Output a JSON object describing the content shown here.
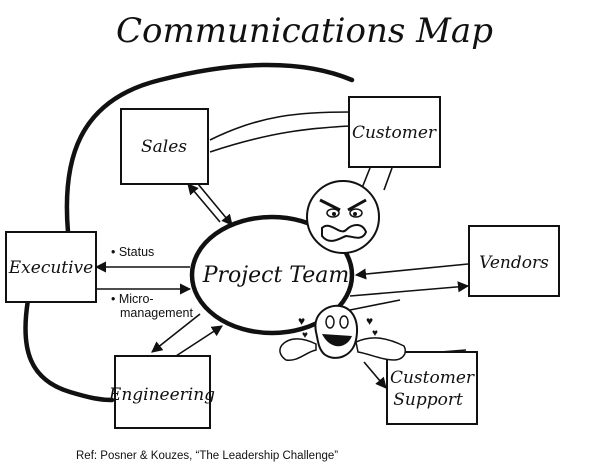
{
  "title": "Communications Map",
  "nodes": {
    "sales": "Sales",
    "customer": "Customer",
    "executive": "Executive",
    "vendors": "Vendors",
    "engineering": "Engineering",
    "customer_support_line1": "Customer",
    "customer_support_line2": "Support",
    "project_team": "Project Team"
  },
  "annotations": {
    "status": "• Status",
    "micro_line1": "• Micro-",
    "micro_line2": "management"
  },
  "faces": {
    "angry": "angry-customer-face",
    "happy": "happy-support-face"
  },
  "reference": "Ref: Posner & Kouzes, “The Leadership Challenge”"
}
